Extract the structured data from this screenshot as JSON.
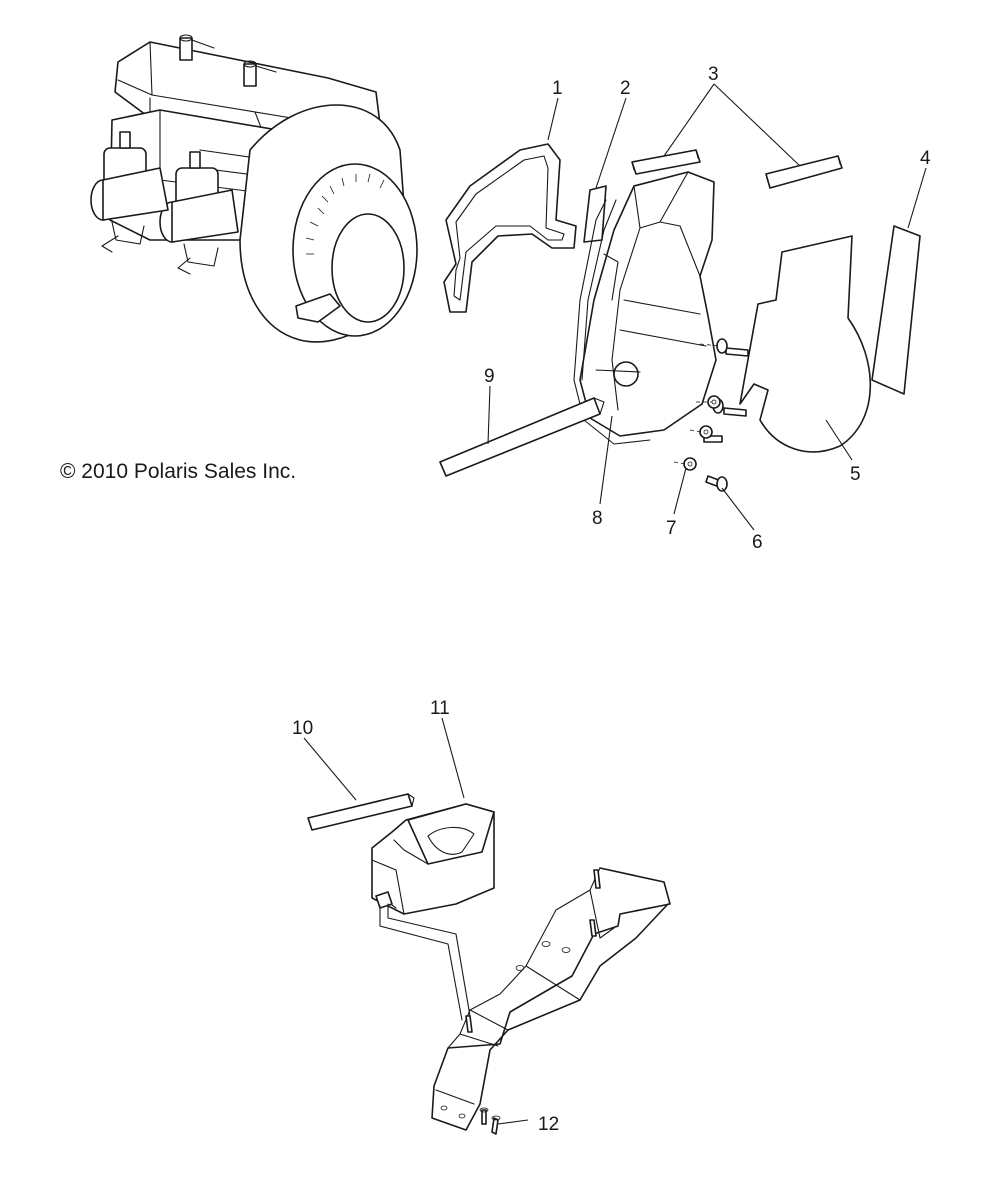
{
  "copyright": "© 2010 Polaris Sales Inc.",
  "callouts": [
    "1",
    "2",
    "3",
    "4",
    "5",
    "6",
    "7",
    "8",
    "9",
    "10",
    "11",
    "12"
  ]
}
